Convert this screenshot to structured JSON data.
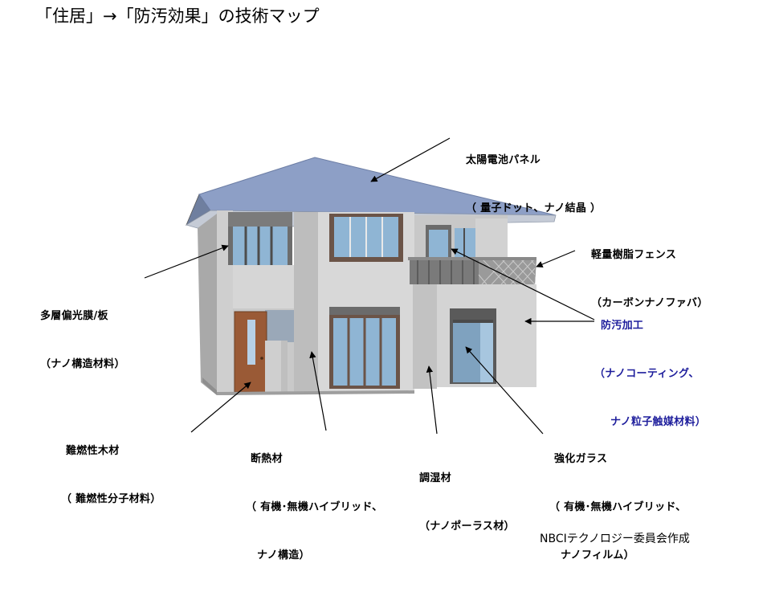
{
  "title": "「住居」→「防汚効果」の技術マップ",
  "credit": "NBCIテクノロジー委員会作成",
  "colors": {
    "roof": "#8d9fc6",
    "wall": "#d4d4d4",
    "glass": "#8fb5d4",
    "frame": "#6b5448",
    "door": "#9a5a36",
    "highlight": "#1d1d9c"
  },
  "labels": {
    "solar": {
      "line1": "太陽電池パネル",
      "line2": "（ 量子ドット、ナノ結晶 ）"
    },
    "fence": {
      "line1": "軽量樹脂フェンス",
      "line2": "（カーボンナノファバ）"
    },
    "film": {
      "line1": "多層偏光膜/板",
      "line2": "（ナノ構造材料）"
    },
    "antifouling": {
      "line1": "防汚加工",
      "line2": "（ナノコーティング、",
      "line3": "ナノ粒子触媒材料）"
    },
    "wood": {
      "line1": "難燃性木材",
      "line2": "（ 難燃性分子材料）"
    },
    "insulation": {
      "line1": "断熱材",
      "line2": "（ 有機･無機ハイブリッド、",
      "line3": "ナノ構造）"
    },
    "humidity": {
      "line1": "調湿材",
      "line2": "（ナノポーラス材）"
    },
    "glass": {
      "line1": "強化ガラス",
      "line2": "（ 有機･無機ハイブリッド、",
      "line3": "ナノフィルム）"
    }
  }
}
